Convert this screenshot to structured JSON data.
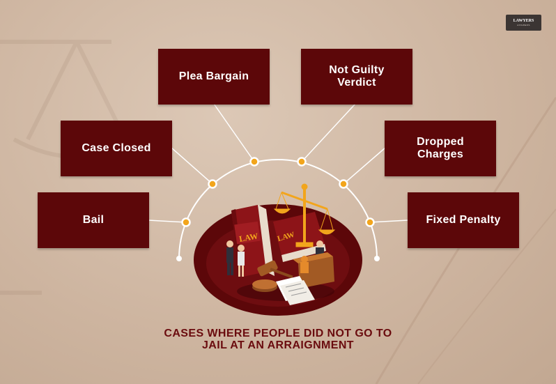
{
  "brand": {
    "name": "LAWYERS",
    "tagline": "ANSWERS"
  },
  "title_lines": [
    "CASES WHERE PEOPLE DID NOT GO TO",
    "JAIL AT AN ARRAIGNMENT"
  ],
  "boxes": {
    "plea": "Plea Bargain",
    "not_guilty": "Not Guilty Verdict",
    "case_closed": "Case Closed",
    "dropped": "Dropped Charges",
    "bail": "Bail",
    "fixed": "Fixed Penalty"
  },
  "illustration": {
    "book_left": "LAW",
    "book_right": "LAW"
  },
  "colors": {
    "box": "#5c0709",
    "accent_dot": "#f2a51c",
    "title": "#6a0b0e",
    "background": "#cdb49f"
  }
}
